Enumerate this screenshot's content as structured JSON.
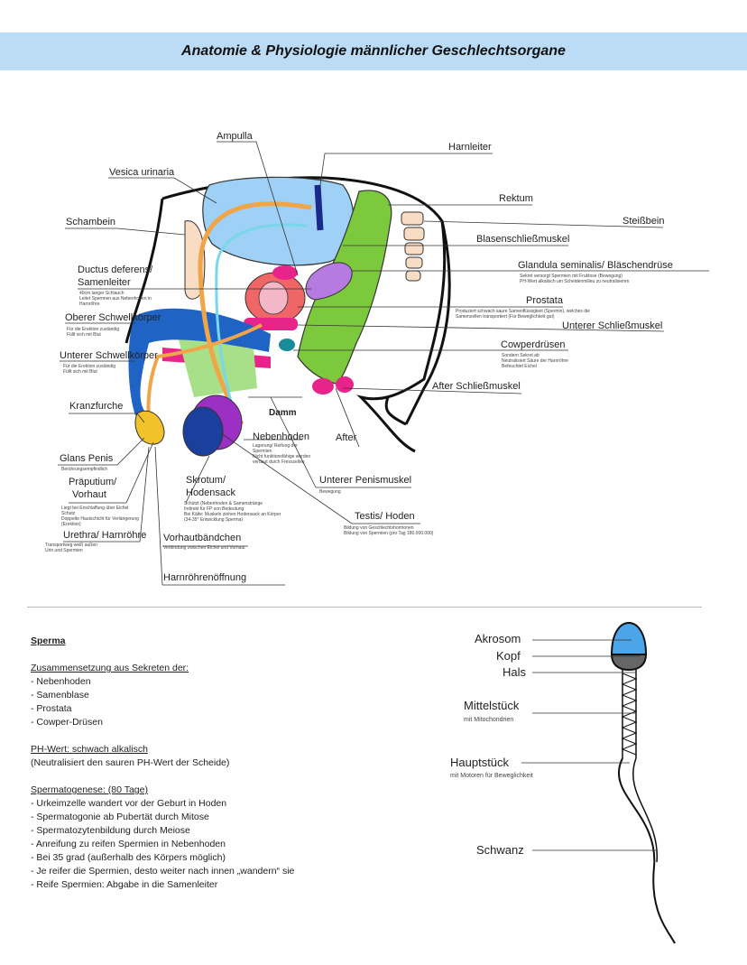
{
  "title": "Anatomie & Physiologie männlicher Geschlechtsorgane",
  "labels": {
    "ampulla": "Ampulla",
    "harnleiter": "Harnleiter",
    "vesica": "Vesica urinaria",
    "rektum": "Rektum",
    "schambein": "Schambein",
    "steissbein": "Steißbein",
    "blasenschliessmuskel": "Blasenschließmuskel",
    "ductus": "Ductus deferens/",
    "samenleiter": "Samenleiter",
    "glandula": "Glandula seminalis/ Bläschendrüse",
    "prostata": "Prostata",
    "oberer": "Oberer Schwellkörper",
    "unterer_schliess": "Unterer Schließmuskel",
    "cowper": "Cowperdrüsen",
    "unterer_schwell": "Unterer Schwellkörper",
    "after_schliess": "After Schließmuskel",
    "kranzfurche": "Kranzfurche",
    "damm": "Damm",
    "nebenhoden": "Nebenhoden",
    "after": "After",
    "glans": "Glans Penis",
    "praeputium": "Präputium/",
    "vorhaut": "Vorhaut",
    "skrotum": "Skrotum/",
    "hodensack": "Hodensack",
    "unterer_penis": "Unterer Penismuskel",
    "testis": "Testis/ Hoden",
    "urethra": "Urethra/ Harnröhre",
    "vorhautbaendchen": "Vorhautbändchen",
    "harnroehrenoeffnung": "Harnröhrenöffnung"
  },
  "subs": {
    "samenleiter": [
      "40cm langer Schlauch",
      "Leitet Spermien aus Nebenhoden in",
      "Harnröhre"
    ],
    "glandula": [
      "Sekret versorgt Spermien mit Fruktose (Bewegung)",
      "PH-Wert alkalisch um Scheidenmilieu zu neutralisieren"
    ],
    "prostata": [
      "Produziert schwach saure Samenflüssigkeit (Spermin), welches die",
      "Samenzellen transportiert (Für Beweglichkeit gut)"
    ],
    "oberer": [
      "Für die Erektion zuständig",
      "Füllt sich mit Blut"
    ],
    "cowper": [
      "Sondern Sekret ab",
      "Neutralisiert Säure der Harnröhre",
      "Befeuchtet Eichel"
    ],
    "unterer_schwell": [
      "Für die Erektion zuständig",
      "Füllt sich mit Blut"
    ],
    "nebenhoden": [
      "Lagerung/ Reifung der",
      "Spermien",
      "Nicht funktionsfähige werden",
      "verdaut durch Fresszellen"
    ],
    "glans": [
      "Berührungsempfindlich"
    ],
    "vorhaut": [
      "Liegt bei Erschlaffung über Eichel",
      "Schutz",
      "Doppelte Hautschicht für Verlängerung",
      "(Erektion)"
    ],
    "hodensack": [
      "Schützt (Nebenhoden & Samenstränge",
      "Indirekt für FP von Bedeutung",
      "Bei Kälte: Muskeln ziehen Hodensack an Körper",
      "(34-35° Entwicklung Sperma)"
    ],
    "unterer_penis": [
      "Bewegung"
    ],
    "testis": [
      "Bildung von Geschlechtshormonen",
      "Bildung von Spermien (pro Tag 180.000.000)"
    ],
    "urethra": [
      "Transportweg weiß außen",
      "Urin und Spermien"
    ],
    "vorhautbaendchen": [
      "Verbindung zwischen Eichel und Vorhaut"
    ]
  },
  "notes": {
    "heading": "Sperma",
    "comp_title": "Zusammensetzung aus Sekreten der:",
    "comp_items": [
      "- Nebenhoden",
      "- Samenblase",
      "- Prostata",
      "- Cowper-Drüsen"
    ],
    "ph_title": "PH-Wert: schwach alkalisch",
    "ph_text": "(Neutralisiert den sauren PH-Wert der Scheide)",
    "sg_title": "Spermatogenese: (80 Tage)",
    "sg_items": [
      "- Urkeimzelle wandert vor der Geburt in Hoden",
      "- Spermatogonie ab Pubertät durch Mitose",
      "- Spermatozytenbildung durch Meiose",
      "- Anreifung zu reifen Spermien in Nebenhoden",
      "- Bei 35 grad (außerhalb des Körpers möglich)",
      "- Je reifer die Spermien, desto weiter nach innen „wandern“ sie",
      "- Reife Spermien: Abgabe in die Samenleiter"
    ]
  },
  "sperm": {
    "akrosom": "Akrosom",
    "kopf": "Kopf",
    "hals": "Hals",
    "mittelstueck": "Mittelstück",
    "mittelstueck_sub": "mit Mitochondrien",
    "hauptstueck": "Hauptstück",
    "hauptstueck_sub": "mit Motoren für Beweglichkeit",
    "schwanz": "Schwanz"
  },
  "colors": {
    "title_bg": "#bcdcf5",
    "bladder": "#9fd0f5",
    "rectum": "#7cc93d",
    "vas": "#f0a548",
    "cavernosum": "#1f63c4",
    "pink": "#e8248a",
    "purple": "#b57be0",
    "testis": "#1b3f9c",
    "glans": "#f2c22b",
    "bone": "#f8dcc4",
    "akrosom": "#4aa6e8"
  }
}
